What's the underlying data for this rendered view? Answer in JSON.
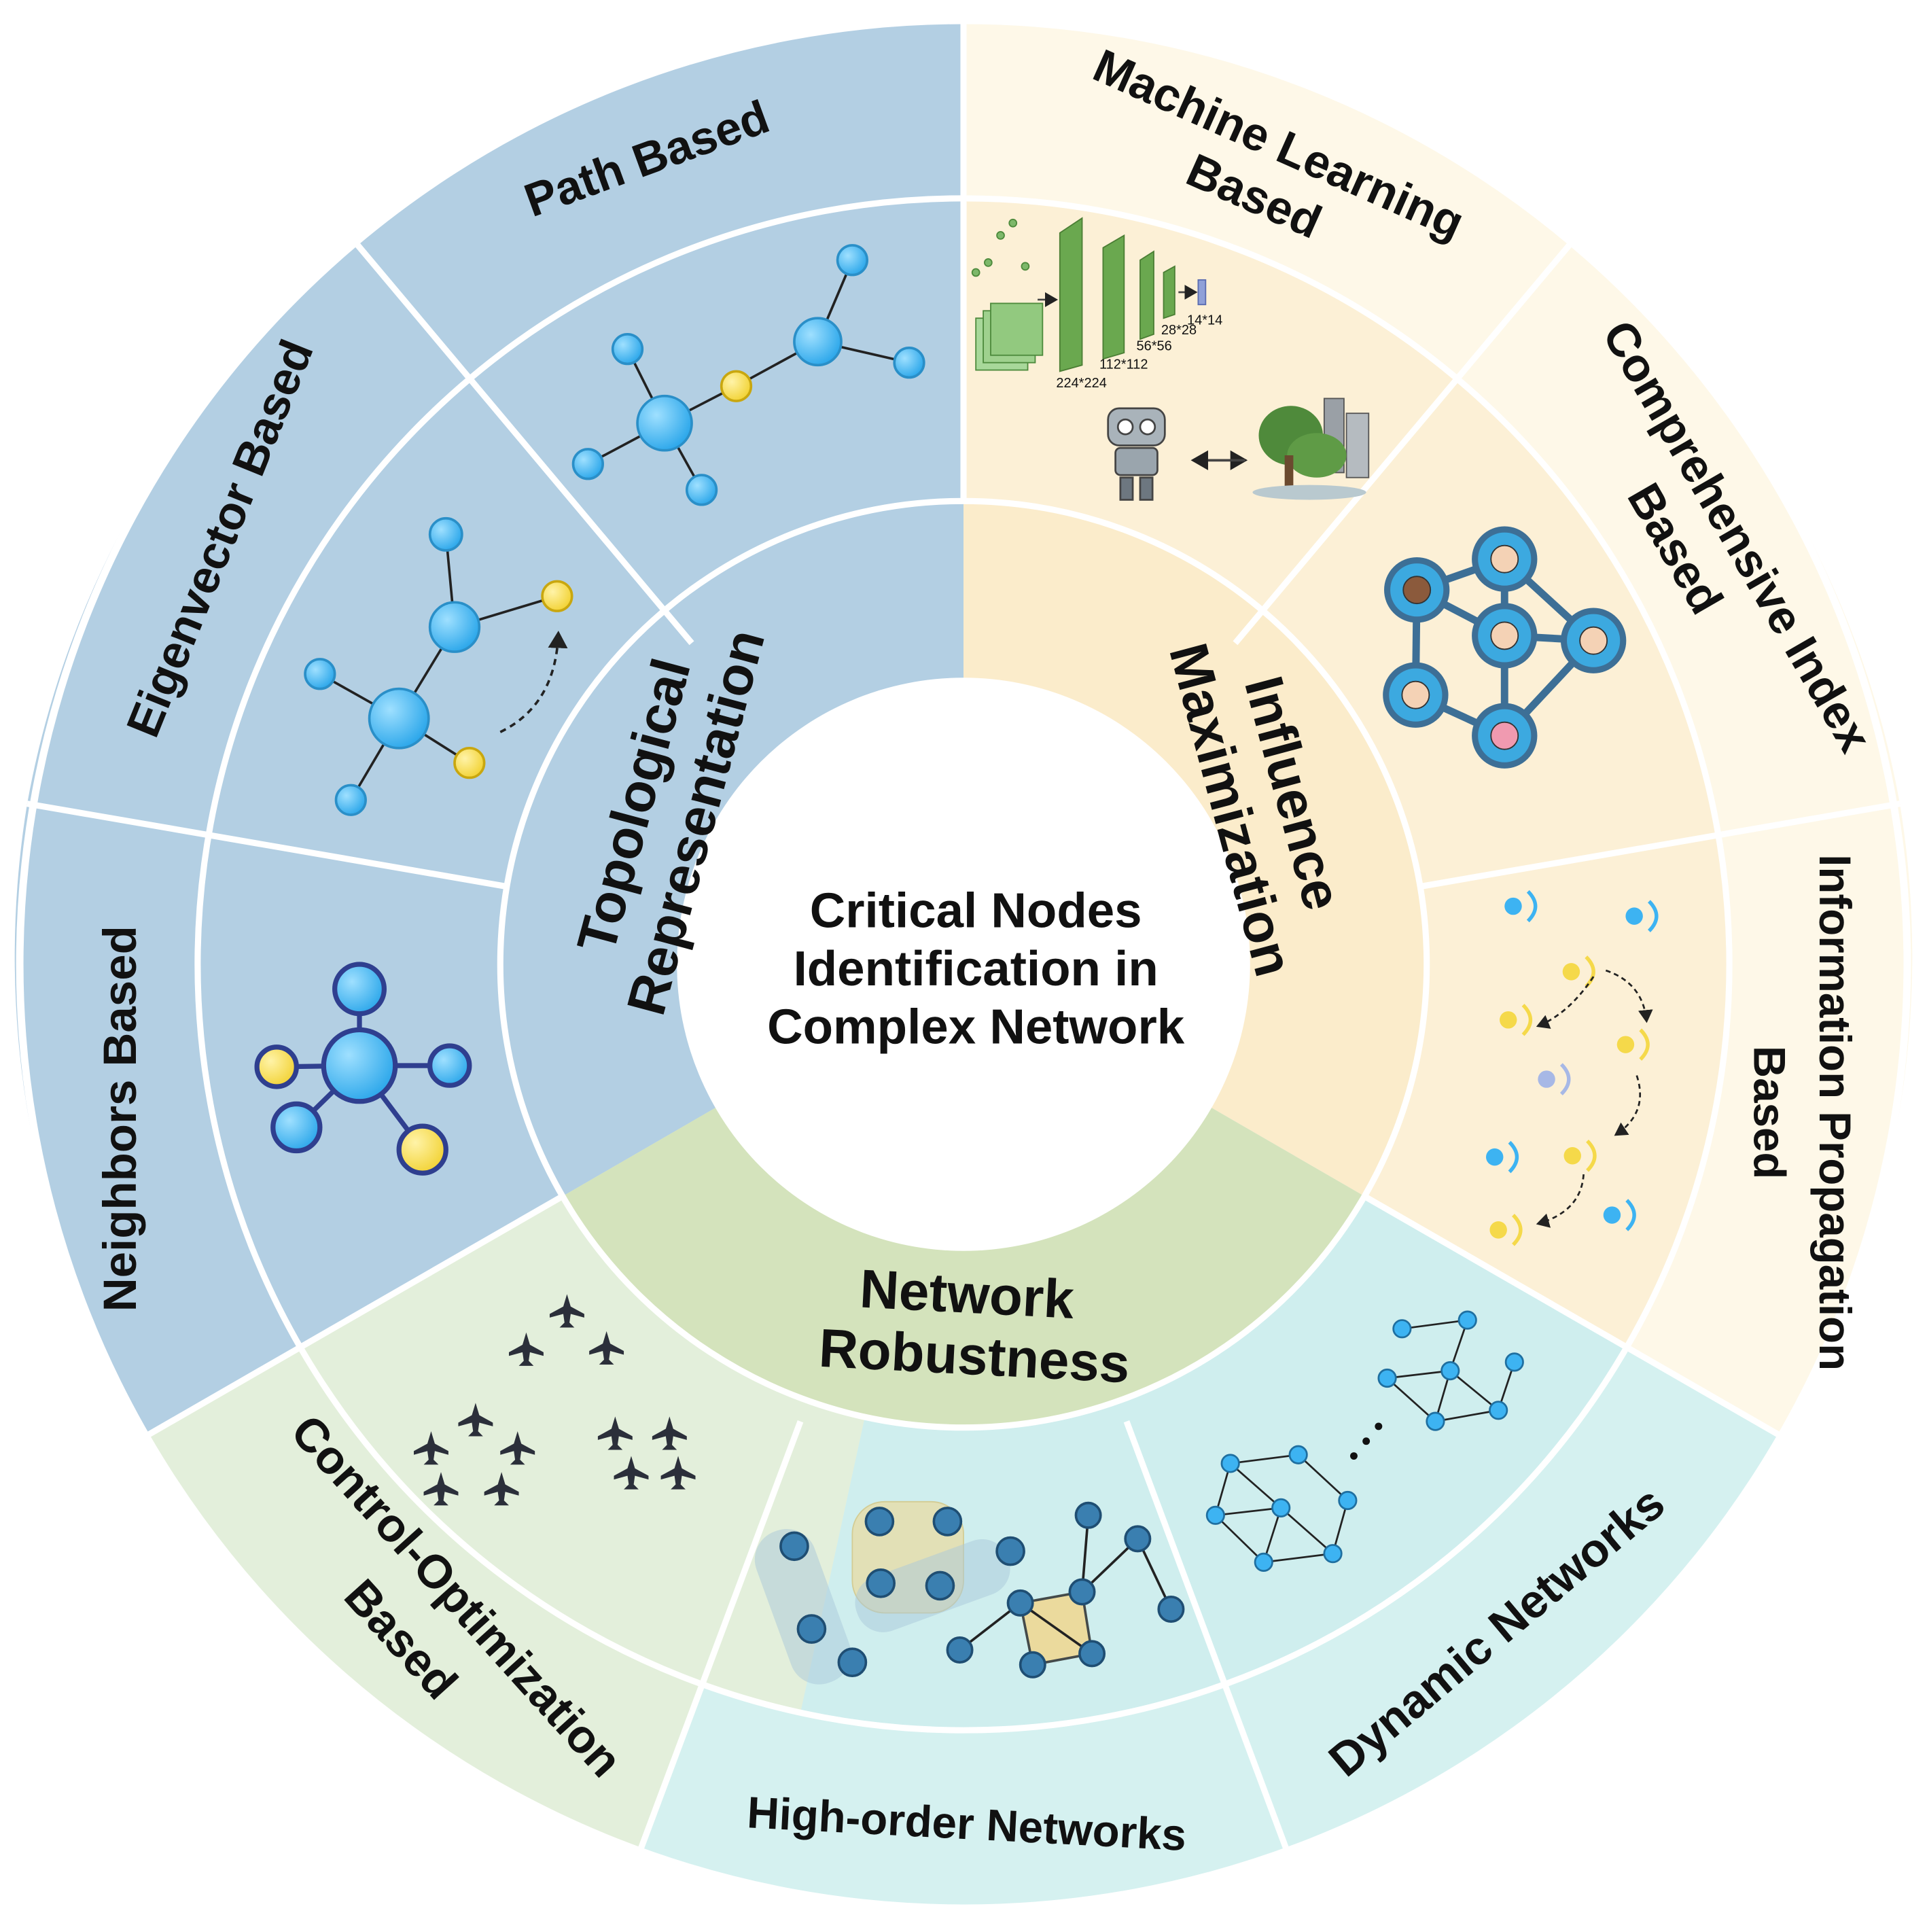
{
  "center": {
    "line1": "Critical Nodes",
    "line2": "Identification in",
    "line3": "Complex Network"
  },
  "categories": {
    "topological": {
      "line1": "Topological",
      "line2": "Representation"
    },
    "influence": {
      "line1": "Influence",
      "line2": "Maximization"
    },
    "robustness": {
      "line1": "Network",
      "line2": "Robustness"
    }
  },
  "methods": {
    "path": "Path Based",
    "eigenvector": "Eigenvector  Based",
    "neighbors": "Neighbors Based",
    "ml": {
      "line1": "Machine Learning",
      "line2": "Based"
    },
    "comprehensive": {
      "line1": "Comprehensive Index",
      "line2": "Based"
    },
    "info_prop": {
      "line1": "Information Propagation",
      "line2": "Based"
    },
    "control": {
      "line1": "Control-Optimization",
      "line2": "Based"
    },
    "high_order": "High-order Networks",
    "dynamic": "Dynamic Networks"
  },
  "ml_sizes": [
    "224*224",
    "112*112",
    "56*56",
    "28*28",
    "14*14"
  ],
  "colors": {
    "blue_light": "#c5dbe9",
    "blue_mid": "#b9d3e5",
    "blue_inner": "#b3cfe3",
    "yellow_light": "#fef8e8",
    "yellow_mid": "#fcf0d6",
    "yellow_inner": "#fbeccb",
    "green_light": "#e3efdb",
    "green_inner": "#d4e3bc",
    "teal_light": "#d5f1f0",
    "teal_mid": "#cfeeee",
    "node_blue": "#3db3f2",
    "node_yellow": "#f5d94a",
    "node_dark": "#2c7fb8"
  },
  "icons": {
    "ml": "cnn-robot-tree-icon",
    "comprehensive": "people-network-icon",
    "info": "propagation-icon",
    "control": "airplane-formation-icon",
    "high_order": "hypergraph-icon",
    "dynamic": "dynamic-graph-icon"
  }
}
